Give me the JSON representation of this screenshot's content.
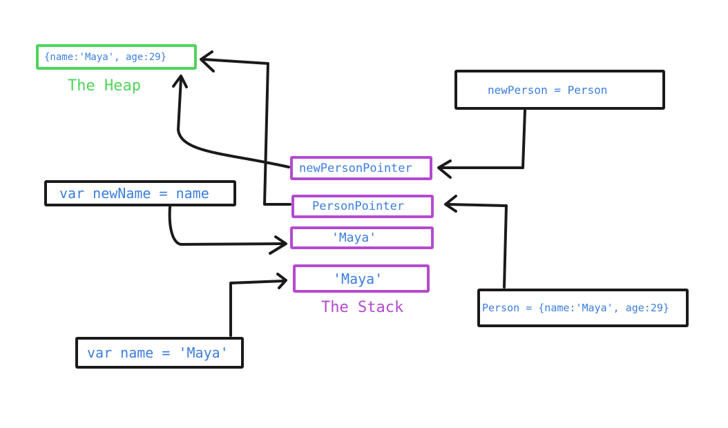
{
  "colors": {
    "ink": "#1a1a1a",
    "heap": "#4fd45a",
    "stack": "#b44ad0",
    "code": "#3b7ddd"
  },
  "heap": {
    "object": "{name:'Maya', age:29}",
    "label": "The Heap"
  },
  "stack": {
    "new_person_pointer": "newPersonPointer",
    "person_pointer": "PersonPointer",
    "copied_value": "'Maya'",
    "original_value": "'Maya'",
    "label": "The Stack"
  },
  "code": {
    "new_person": "newPerson = Person",
    "new_name": "var newName = name",
    "name": "var name = 'Maya'",
    "person": "Person = {name:'Maya', age:29}"
  }
}
